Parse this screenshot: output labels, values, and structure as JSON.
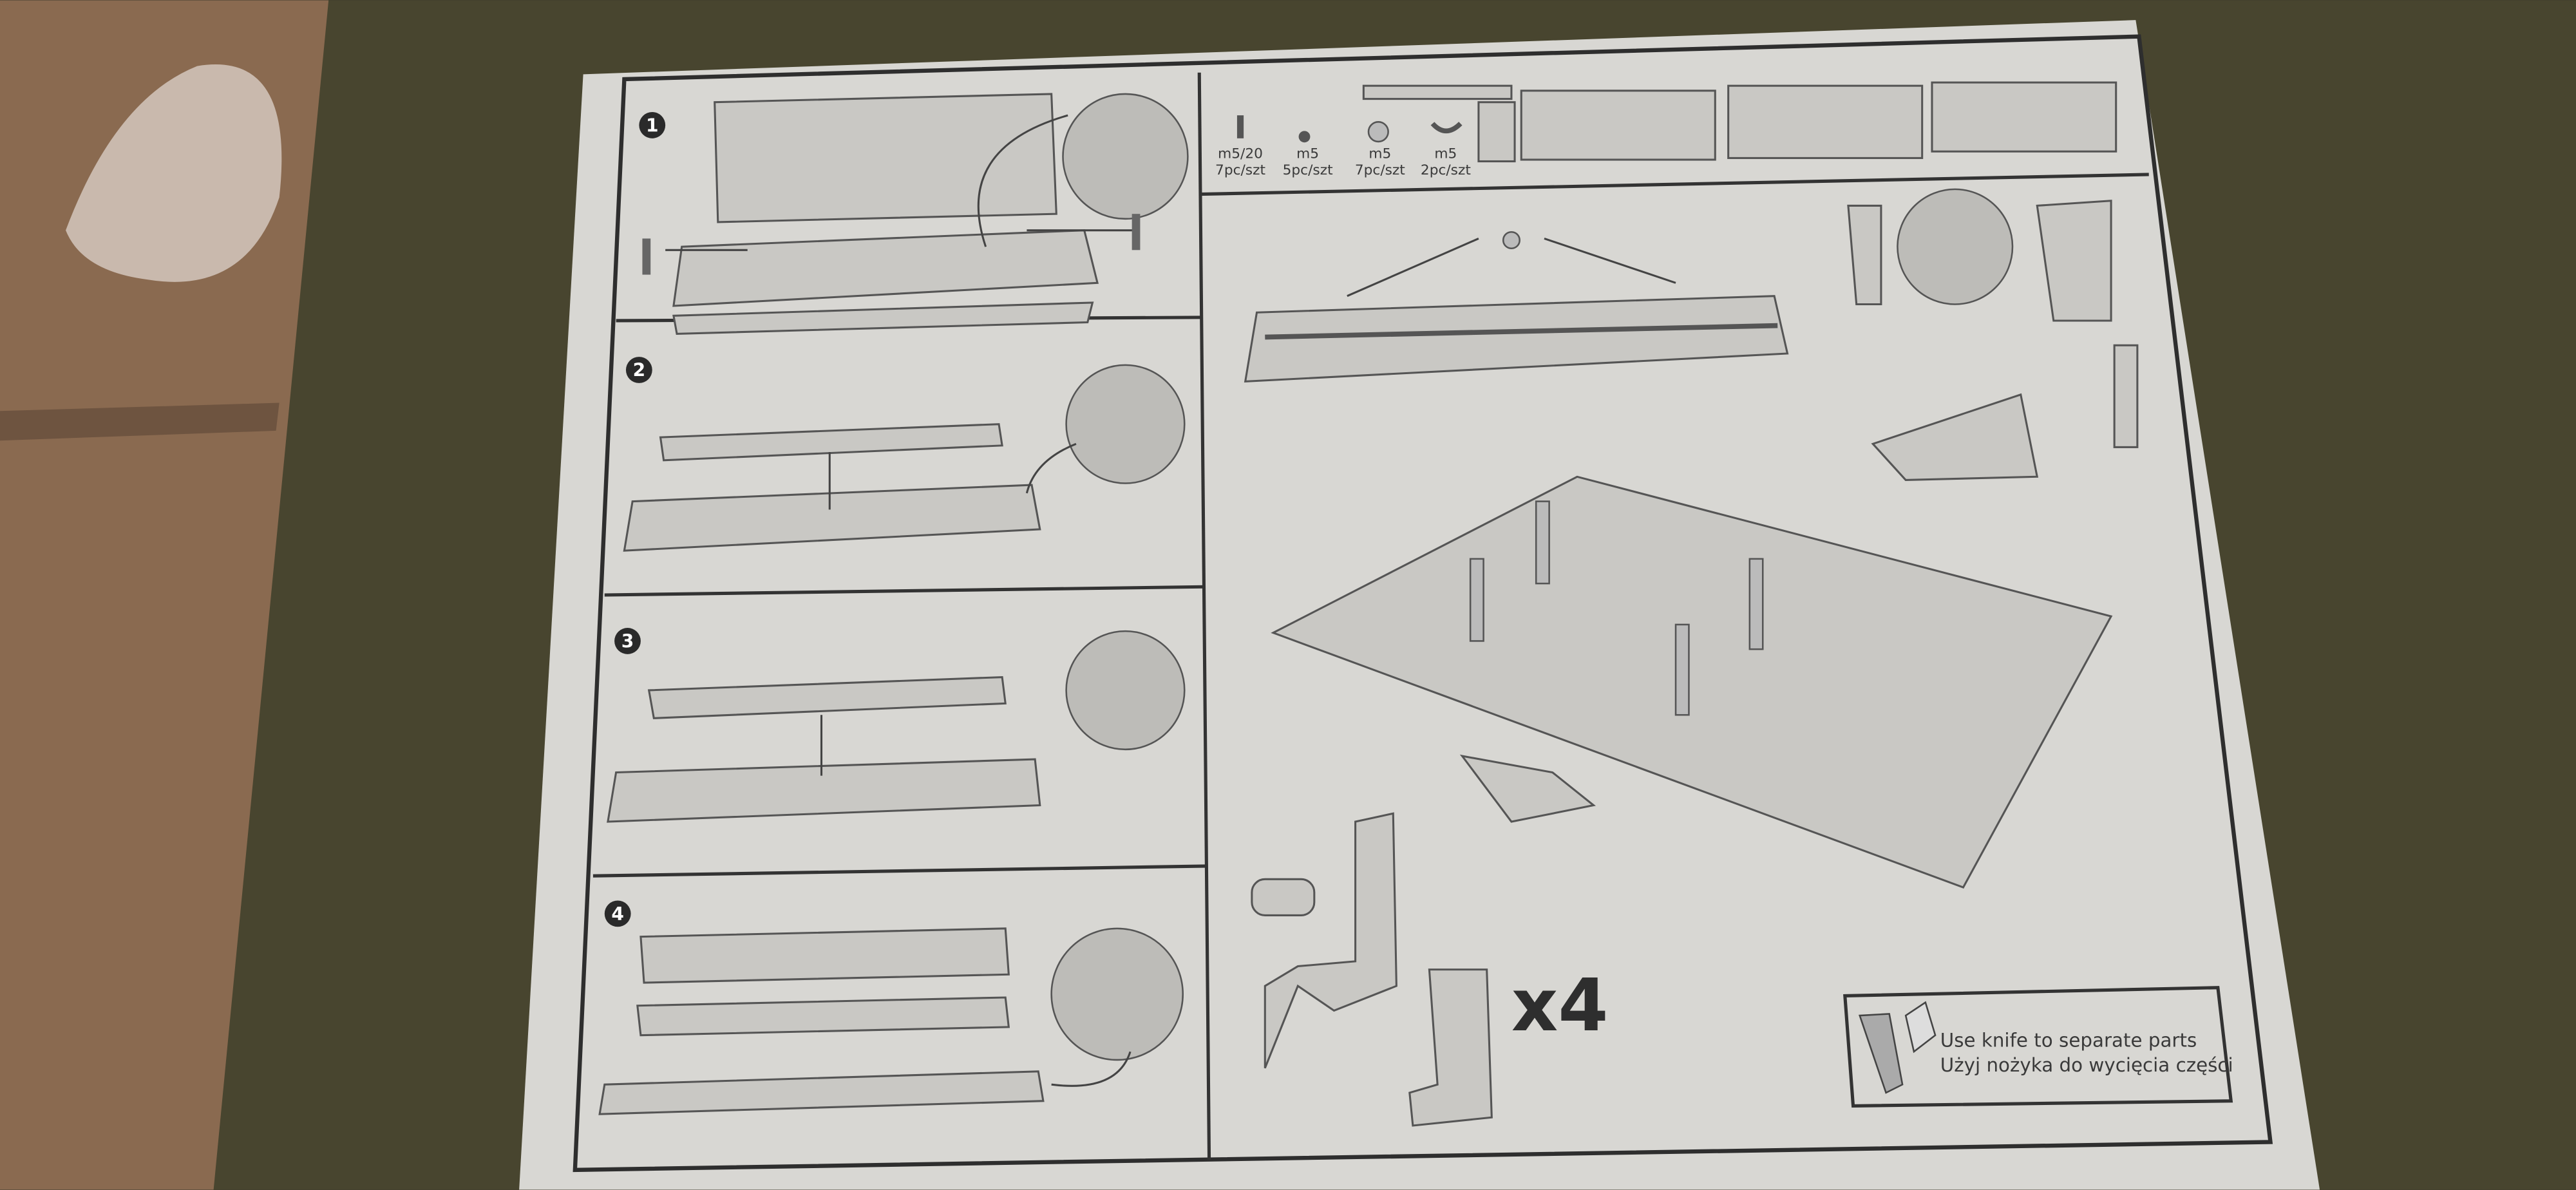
{
  "steps": [
    {
      "number": "1"
    },
    {
      "number": "2"
    },
    {
      "number": "3"
    },
    {
      "number": "4"
    }
  ],
  "hardware": [
    {
      "icon": "bolt-icon",
      "size": "m5/20",
      "count": "7pc/szt"
    },
    {
      "icon": "nut-icon",
      "size": "m5",
      "count": "5pc/szt"
    },
    {
      "icon": "washer-icon",
      "size": "m5",
      "count": "7pc/szt"
    },
    {
      "icon": "wing-nut-icon",
      "size": "m5",
      "count": "2pc/szt"
    }
  ],
  "multiplier": "x4",
  "notice": {
    "line_en": "Use knife to separate parts",
    "line_pl": "Użyj nożyka do wycięcia części"
  },
  "colors": {
    "paper": "#d8d7d3",
    "couch": "#46432f",
    "floor": "#8a6a50"
  }
}
